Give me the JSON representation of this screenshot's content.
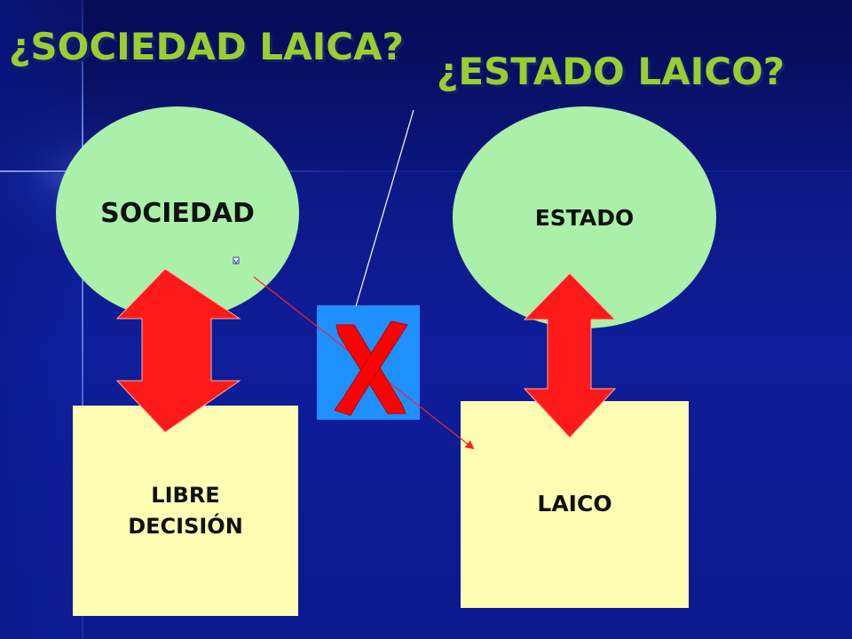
{
  "slide": {
    "title_left": "¿SOCIEDAD LAICA?",
    "title_right": "¿ESTADO LAICO?"
  },
  "left_column": {
    "circle_label": "SOCIEDAD",
    "box_label_line1": "LIBRE",
    "box_label_line2": "DECISIÓN"
  },
  "right_column": {
    "circle_label": "ESTADO",
    "box_label": "LAICO"
  },
  "cross_mark": {
    "icon": "x-mark-icon",
    "square_color": "#1e90ff",
    "mark_color": "#ff0000"
  },
  "colors": {
    "background": "#0f1d9a",
    "title": "#9acd32",
    "circle_fill": "#aaf0a8",
    "box_fill": "#fdfdb4",
    "arrow_fill": "#ff1a1a"
  }
}
